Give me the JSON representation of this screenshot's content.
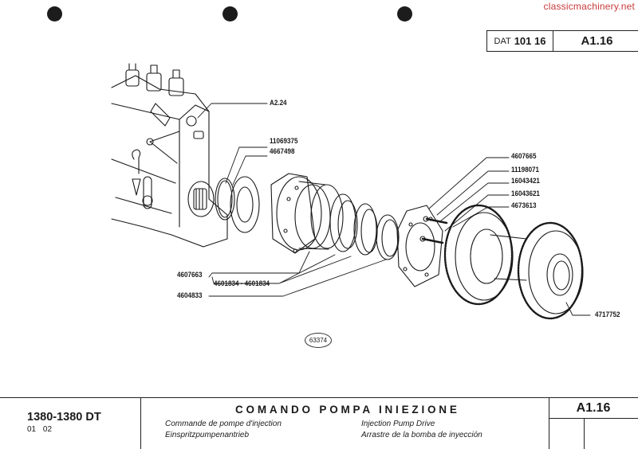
{
  "watermark": "classicmachinery.net",
  "header": {
    "dat_prefix": "DAT",
    "dat_number": "101 16",
    "page_code": "A1.16"
  },
  "diagram": {
    "callouts": [
      {
        "id": "A2.24"
      },
      {
        "id": "11069375"
      },
      {
        "id": "4667498"
      },
      {
        "id": "4607665"
      },
      {
        "id": "11198071"
      },
      {
        "id": "16043421"
      },
      {
        "id": "16043621"
      },
      {
        "id": "4673613"
      },
      {
        "id": "4607663"
      },
      {
        "id": "4601834 - 4601834"
      },
      {
        "id": "4604833"
      },
      {
        "id": "4717752"
      }
    ],
    "stamp": "63374"
  },
  "footer": {
    "model": "1380-1380 DT",
    "model_sub": "01 02",
    "title_it": "COMANDO POMPA INIEZIONE",
    "title_fr": "Commande de pompe d'injection",
    "title_de": "Einspritzpumpenantrieb",
    "title_en": "Injection Pump Drive",
    "title_es": "Arrastre de la bomba de inyección",
    "page_code": "A1.16"
  },
  "colors": {
    "ink": "#1a1a1a",
    "watermark": "#d05050"
  }
}
